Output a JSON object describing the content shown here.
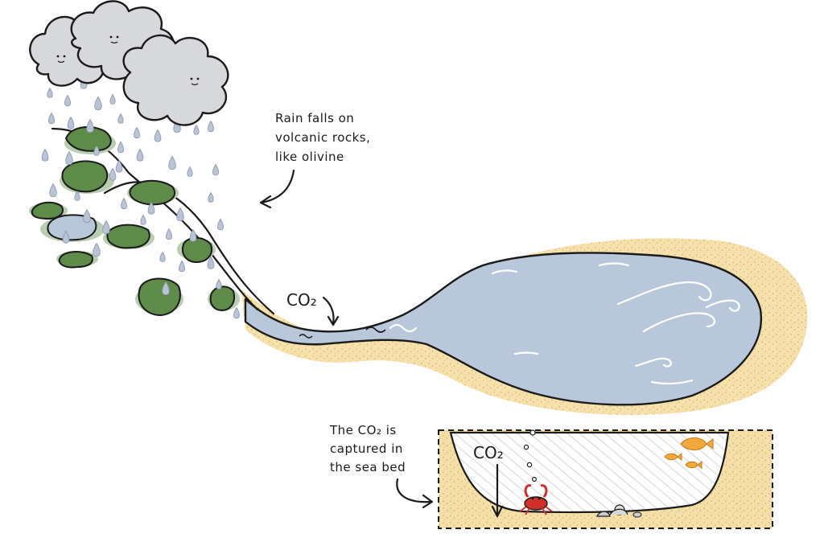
{
  "labels": {
    "rain": [
      "Rain falls on",
      "volcanic rocks,",
      "like olivine"
    ],
    "co2_river": "CO₂",
    "seabed": [
      "The CO₂ is",
      "captured in",
      "the sea bed"
    ],
    "co2_seabed": "CO₂"
  },
  "colors": {
    "cloud": "#d7d8dc",
    "rain_drop": "#b8c4d6",
    "rock": "#5e8a4a",
    "water": "#b9c7db",
    "sand": "#f5dfa8",
    "crab": "#d0302a",
    "fish": "#f2a93b"
  }
}
